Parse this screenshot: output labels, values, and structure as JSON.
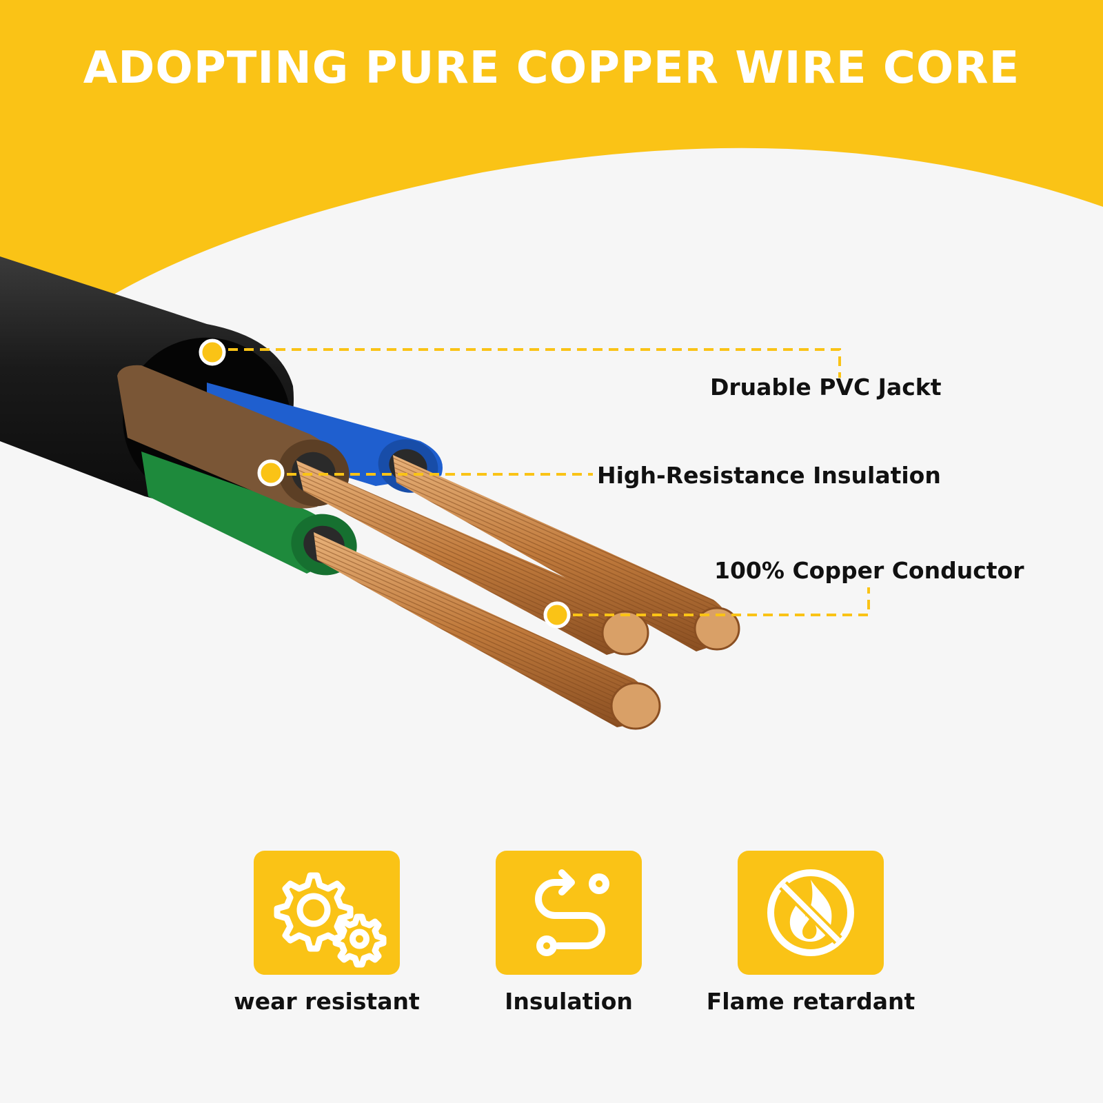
{
  "title": "ADOPTING PURE COPPER WIRE CORE",
  "colors": {
    "accent": "#fac316",
    "background": "#f6f6f6",
    "jacket": "#161616",
    "brown": "#7a5636",
    "blue": "#1f5fcf",
    "green": "#1e8a3c",
    "copper": "#c98a4e",
    "text": "#111111",
    "white": "#ffffff"
  },
  "callouts": {
    "jacket": "Druable PVC Jackt",
    "insulation": "High-Resistance Insulation",
    "copper": "100% Copper Conductor"
  },
  "features": [
    {
      "label": "wear resistant",
      "icon": "gears-icon"
    },
    {
      "label": "Insulation",
      "icon": "route-icon"
    },
    {
      "label": "Flame retardant",
      "icon": "no-fire-icon"
    }
  ]
}
